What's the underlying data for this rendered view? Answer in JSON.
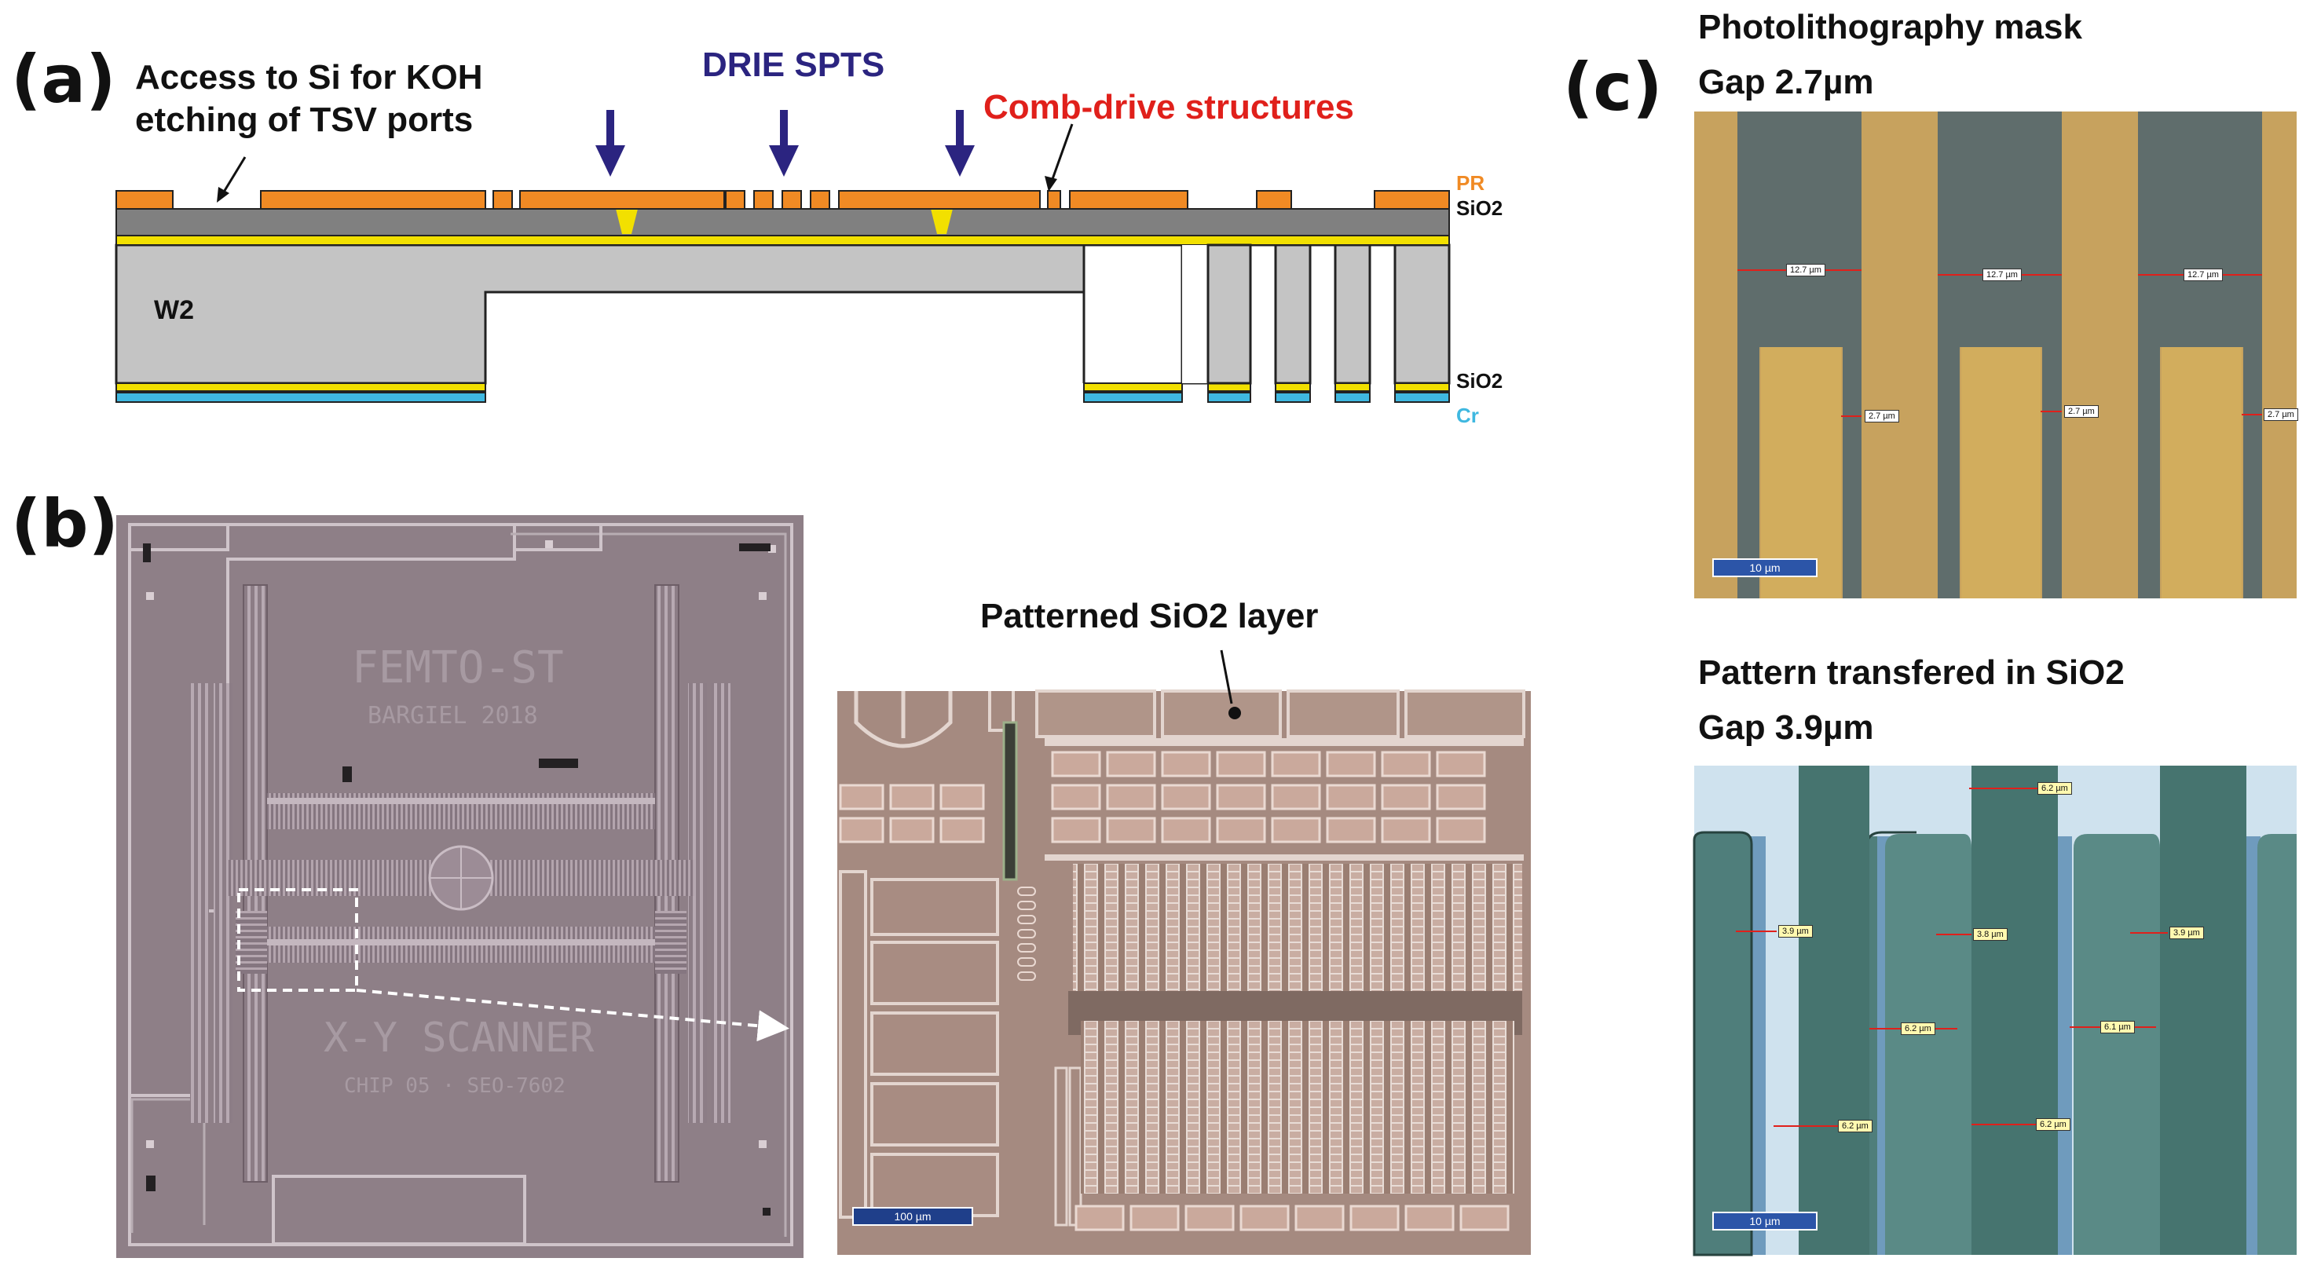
{
  "panel_a": {
    "label": "(a)",
    "ann_access": [
      "Access to Si for KOH",
      "etching of TSV ports"
    ],
    "ann_drie": "DRIE SPTS",
    "ann_comb": "Comb-drive structures",
    "layer_pr": "PR",
    "layer_sio2_top": "SiO2",
    "layer_w2": "W2",
    "layer_sio2_bottom": "SiO2",
    "layer_cr": "Cr",
    "colors": {
      "pr": "#f08a24",
      "sio2": "#808080",
      "metal": "#f2e000",
      "si": "#c4c4c4",
      "cr": "#3fb8e0",
      "arrow": "#2b2480",
      "comb_text": "#e0201b",
      "drie_text": "#2b2480"
    }
  },
  "panel_b": {
    "label": "(b)",
    "chip_title": "FEMTO-ST",
    "chip_sub": "BARGIEL 2018",
    "chip_name": "X-Y SCANNER",
    "chip_code": "CHIP 05 · SEO-7602",
    "zoom_label": "Patterned SiO2 layer",
    "scale": "100 µm"
  },
  "panel_c": {
    "label": "(c)",
    "top_title": [
      "Photolithography mask",
      "Gap 2.7µm"
    ],
    "top_measures_wide": [
      "12.7 µm",
      "12.7 µm",
      "12.7 µm"
    ],
    "top_measures_gap": [
      "2.7 µm",
      "2.7 µm",
      "2.7 µm"
    ],
    "top_scale": "10 µm",
    "bottom_title": [
      "Pattern transfered in SiO2",
      "Gap 3.9µm"
    ],
    "bottom_measures": [
      "6.2 µm",
      "3.9 µm",
      "3.8 µm",
      "3.9 µm",
      "6.2 µm",
      "6.1 µm",
      "6.2 µm",
      "6.2 µm"
    ],
    "bottom_scale": "10 µm"
  }
}
